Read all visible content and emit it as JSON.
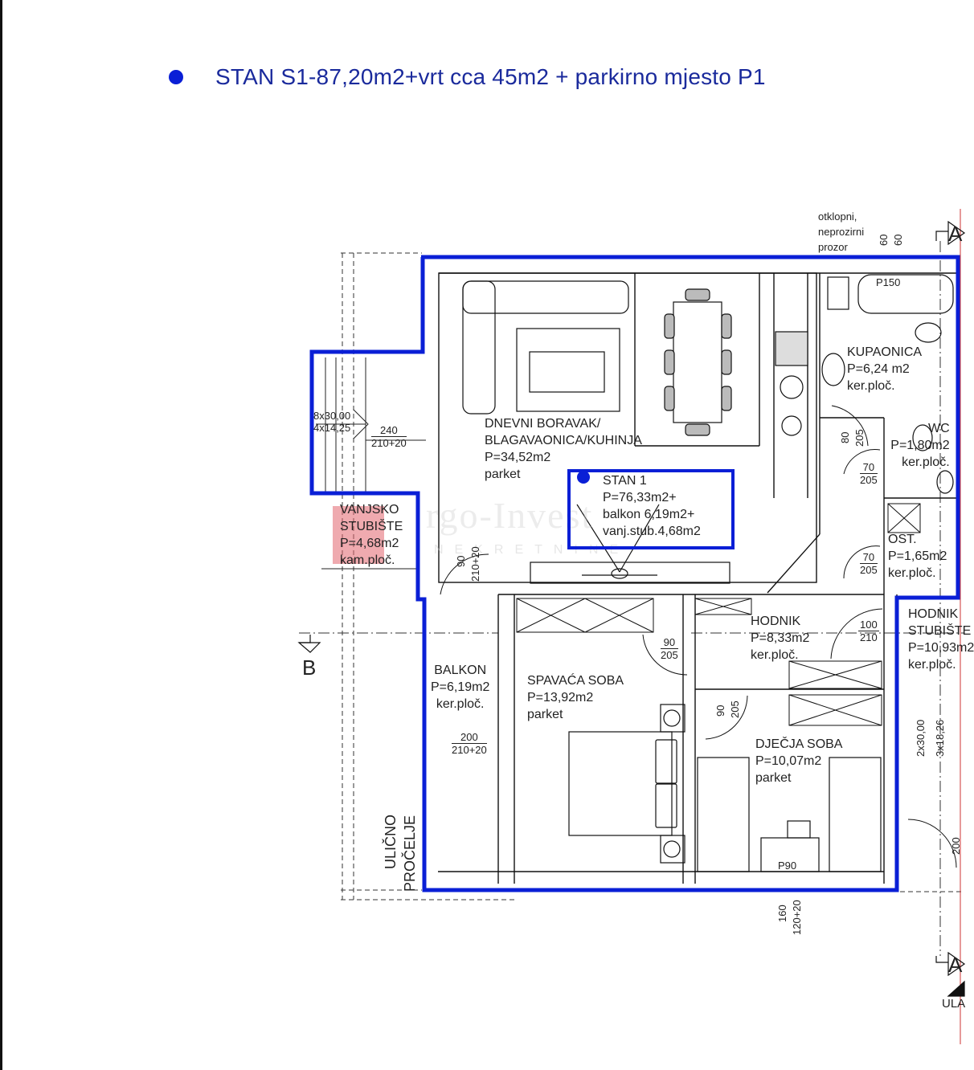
{
  "header": {
    "title": "STAN S1-87,20m2+vrt cca 45m2 + parkirno mjesto P1",
    "bullet_color": "#0a1fd6"
  },
  "colors": {
    "apartment_outline": "#0a1fd6",
    "walls": "#111111",
    "text": "#222222"
  },
  "summary_box": {
    "title": "STAN 1",
    "line1": "P=76,33m2+",
    "line2": "balkon 6,19m2+",
    "line3": "vanj.stub.4,68m2"
  },
  "rooms": {
    "living": {
      "name1": "DNEVNI BORAVAK/",
      "name2": "BLAGAVAONICA/KUHINJA",
      "area": "P=34,52m2",
      "floor": "parket"
    },
    "bathroom": {
      "name": "KUPAONICA",
      "area": "P=6,24 m2",
      "floor": "ker.ploč."
    },
    "wc": {
      "name": "WC",
      "area": "P=1,80m2",
      "floor": "ker.ploč."
    },
    "storage": {
      "name": "OST.",
      "area": "P=1,65m2",
      "floor": "ker.ploč."
    },
    "hallway": {
      "name": "HODNIK",
      "area": "P=8,33m2",
      "floor": "ker.ploč."
    },
    "stair_hall": {
      "name1": "HODNIK",
      "name2": "STUBIŠTE",
      "area": "P=10,93m2",
      "floor": "ker.ploč."
    },
    "bedroom": {
      "name": "SPAVAĆA SOBA",
      "area": "P=13,92m2",
      "floor": "parket"
    },
    "kids_room": {
      "name": "DJEČJA SOBA",
      "area": "P=10,07m2",
      "floor": "parket"
    },
    "balcony": {
      "name": "BALKON",
      "area": "P=6,19m2",
      "floor": "ker.ploč."
    },
    "ext_stairs": {
      "name1": "VANJSKO",
      "name2": "STUBIŠTE",
      "area": "P=4,68m2",
      "floor": "kam.ploč."
    }
  },
  "notes": {
    "window_note1": "otklopni,",
    "window_note2": "neprozirni",
    "window_note3": "prozor",
    "facade1": "ULIČNO",
    "facade2": "PROČELJE",
    "bath_label": "P150",
    "desk_label": "P90",
    "entrance": "ULA",
    "section_a": "A",
    "section_b": "B"
  },
  "dimensions": {
    "win_left_top": "240",
    "win_left_bot": "210+20",
    "stairs_1": "8x30,00",
    "stairs_2": "4x14,25",
    "bal_door_top": "200",
    "bal_door_bot": "210+20",
    "door_90_205_a_top": "90",
    "door_90_205_a_bot": "205",
    "door_90_v": "90",
    "door_210_v": "210+20",
    "door_80": "80",
    "door_205": "205",
    "wc_door_top": "70",
    "wc_door_bot": "205",
    "ost_door_top": "70",
    "ost_door_bot": "205",
    "entry_top": "100",
    "entry_bot": "210",
    "kids_door_v1": "90",
    "kids_door_v2": "205",
    "win_top_1": "60",
    "win_top_2": "60",
    "kids_win_1": "160",
    "kids_win_2": "120+20",
    "stair_r1": "2x30,00",
    "stair_r2": "3x18,26",
    "right_200": "200"
  },
  "watermark": {
    "line1": "rgo-Invest",
    "line2": "NEKRETNINE"
  }
}
